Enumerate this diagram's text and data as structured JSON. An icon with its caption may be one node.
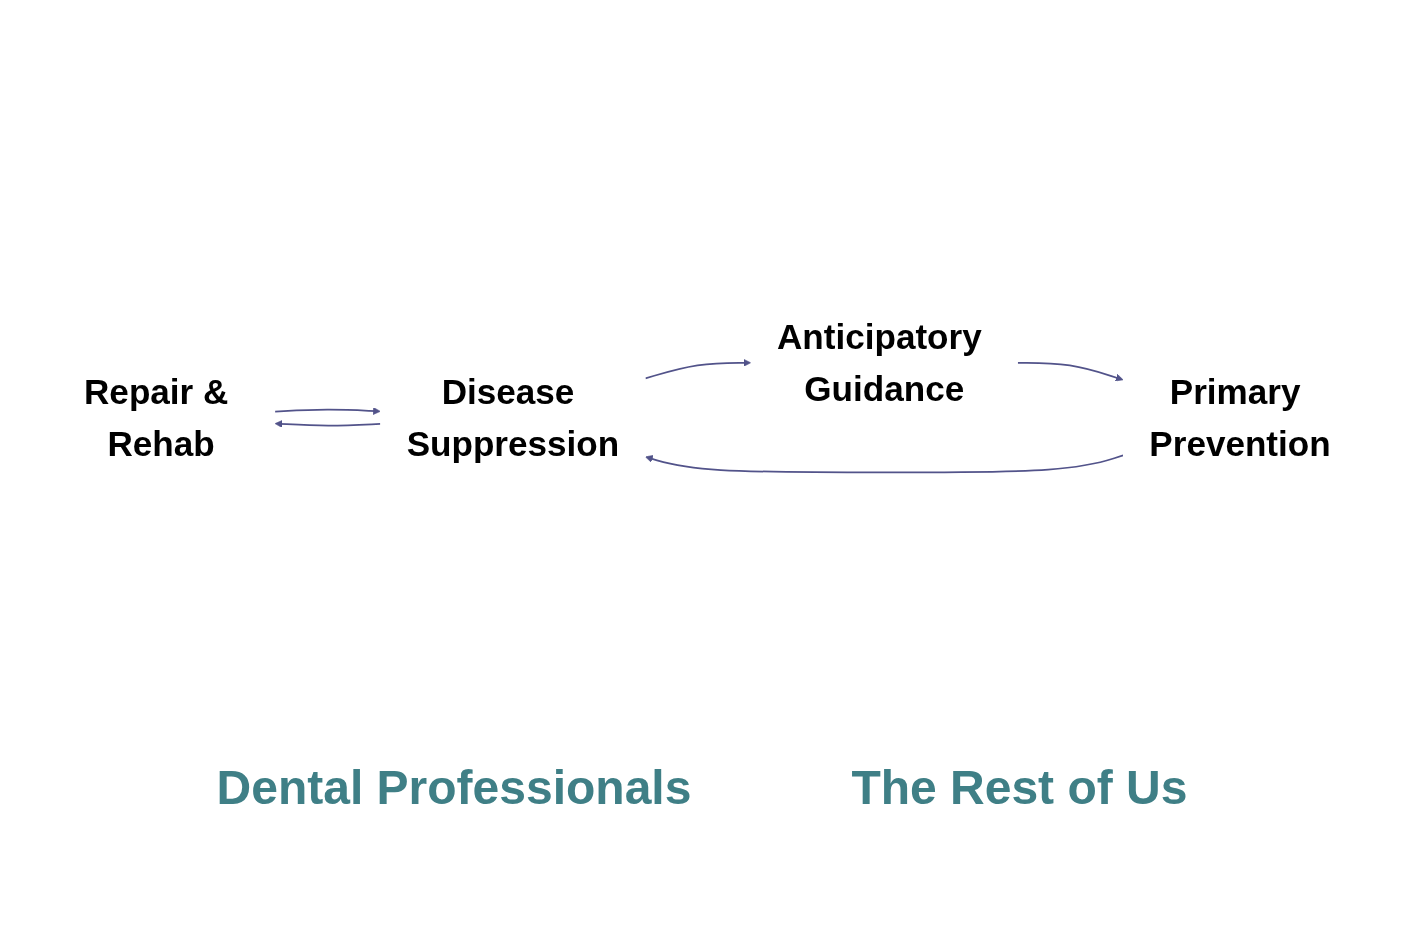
{
  "diagram": {
    "nodes": [
      {
        "text": [
          "Repair & Rehab"
        ]
      },
      {
        "text": [
          "Disease Suppression"
        ]
      },
      {
        "text": [
          "Anticipatory Guidance"
        ]
      },
      {
        "text": [
          "Primary Prevention"
        ]
      }
    ],
    "edges": [
      {
        "from": 1,
        "to": 2,
        "arrow": "to"
      },
      {
        "from": 2,
        "to": 3,
        "arrow": "to"
      },
      {
        "from": 3,
        "to": 1,
        "arrow": "to"
      },
      {
        "from": 1,
        "to": 0,
        "arrow": "to"
      },
      {
        "from": 0,
        "to": 1,
        "arrow": "to"
      }
    ],
    "labels": [
      "Dental Professionals",
      "The Rest of Us"
    ]
  }
}
